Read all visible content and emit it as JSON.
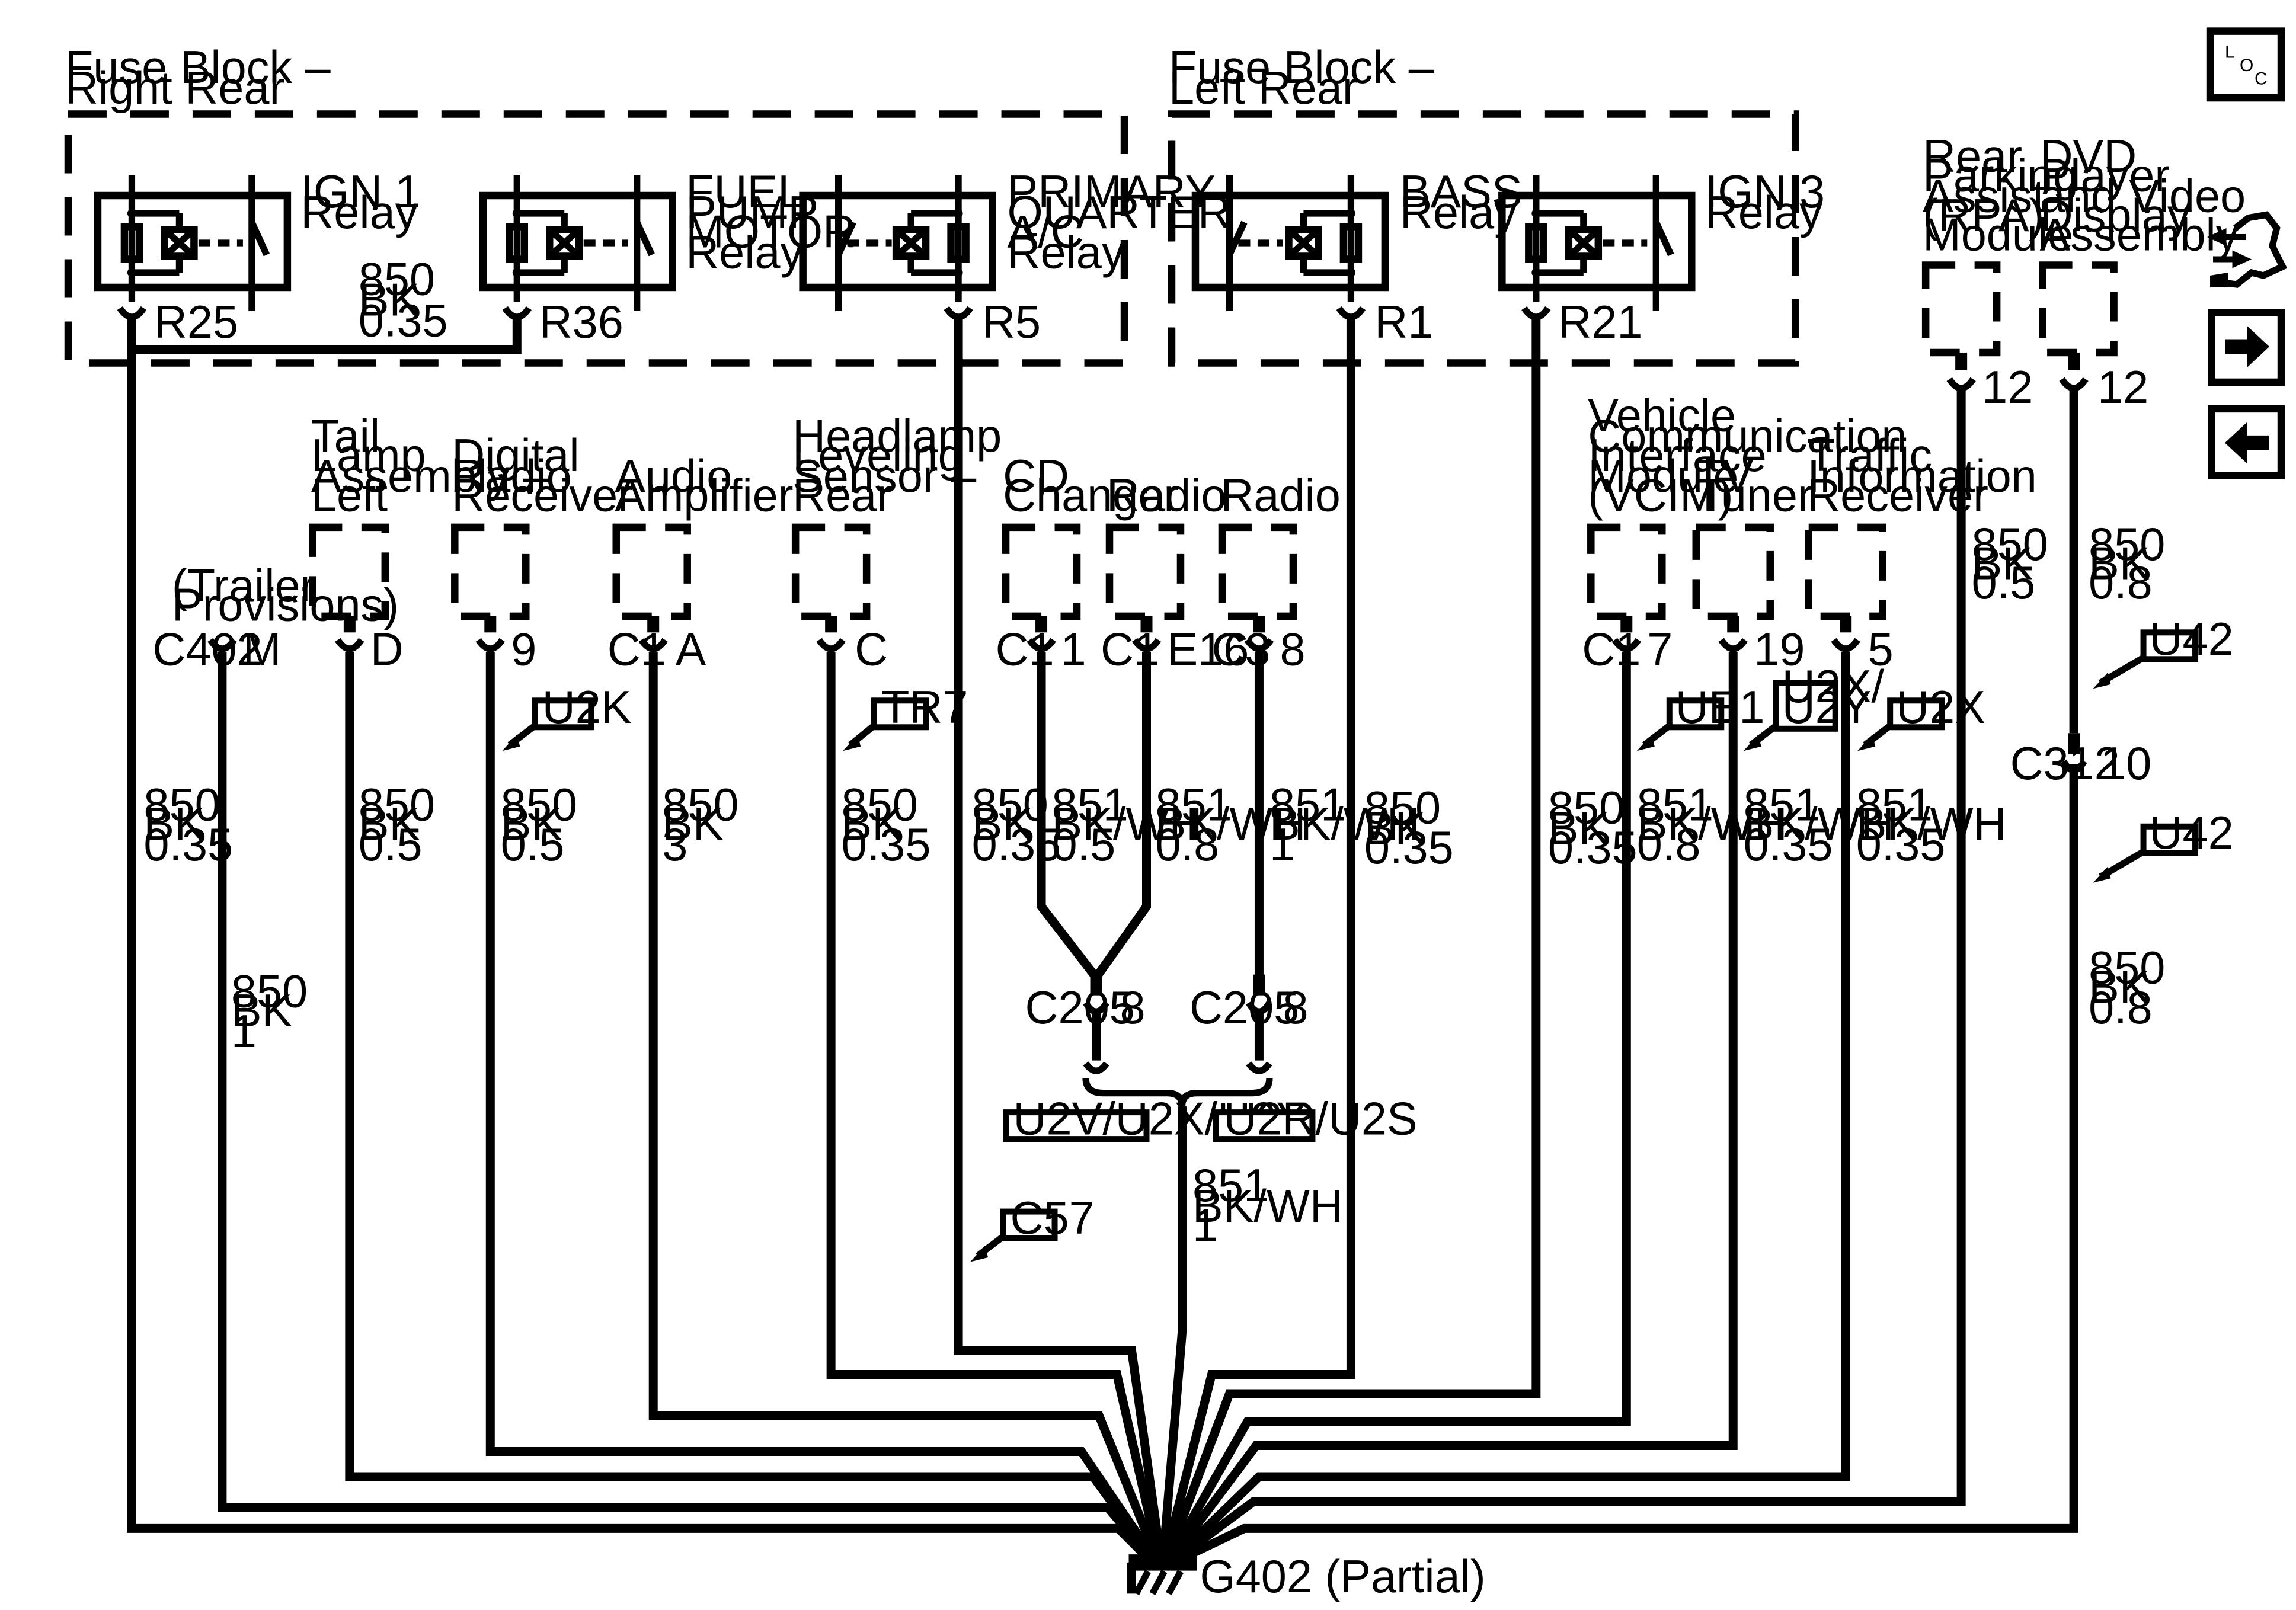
{
  "fuse_blocks": [
    {
      "title": [
        "Fuse Block –",
        "Right Rear"
      ]
    },
    {
      "title": [
        "Fuse Block –",
        "Left Rear"
      ]
    }
  ],
  "relays": [
    {
      "name": [
        "IGN 1",
        "Relay"
      ],
      "cavity": "R25"
    },
    {
      "name": [
        "FUEL",
        "PUMP",
        "MOTOR",
        "Relay"
      ],
      "cavity": "R36"
    },
    {
      "name": [
        "PRIMARY",
        "QUARTER",
        "A/C",
        "Relay"
      ],
      "cavity": "R5"
    },
    {
      "name": [
        "BASS",
        "Relay"
      ],
      "cavity": "R1"
    },
    {
      "name": [
        "IGN 3",
        "Relay"
      ],
      "cavity": "R21"
    }
  ],
  "jumper_wire": {
    "circuit": "850",
    "color": "BK",
    "gauge": "0.35"
  },
  "top_modules": [
    {
      "name": [
        "Rear",
        "Parking",
        "Assist",
        "(RPA)",
        "Module"
      ],
      "pin": "12",
      "wire": {
        "circuit": "850",
        "color": "BK",
        "gauge": "0.5"
      }
    },
    {
      "name": [
        "DVD",
        "Player",
        "and Video",
        "Display",
        "Assembly"
      ],
      "pin": "12",
      "wire": {
        "circuit": "850",
        "color": "BK",
        "gauge": "0.8"
      }
    }
  ],
  "trailer": {
    "name": [
      "(Trailer",
      "Provisions)"
    ],
    "connector": "C402",
    "pin": "M",
    "wire_upper": {
      "circuit": "850",
      "color": "BK",
      "gauge": "0.35"
    },
    "wire_lower": {
      "circuit": "850",
      "color": "BK",
      "gauge": "1"
    }
  },
  "modules": [
    {
      "name": [
        "Tail",
        "Lamp",
        "Assembly –",
        "Left"
      ],
      "connector": "",
      "pin": "D",
      "wire": {
        "circuit": "850",
        "color": "BK",
        "gauge": "0.5"
      }
    },
    {
      "name": [
        "Digital",
        "Radio",
        "Receiver"
      ],
      "connector": "",
      "pin": "9",
      "option": "U2K",
      "wire": {
        "circuit": "850",
        "color": "BK",
        "gauge": "0.5"
      }
    },
    {
      "name": [
        "Audio",
        "Amplifier"
      ],
      "connector": "C1",
      "pin": "A",
      "wire": {
        "circuit": "850",
        "color": "BK",
        "gauge": "3"
      }
    },
    {
      "name": [
        "Headlamp",
        "Leveling",
        "Sensor –",
        "Rear"
      ],
      "connector": "",
      "pin": "C",
      "option": "TR7",
      "wire": {
        "circuit": "850",
        "color": "BK",
        "gauge": "0.35"
      }
    },
    {
      "name": [
        "CD",
        "Changer"
      ],
      "connector": "C1",
      "pin": "1",
      "wire": {
        "circuit": "851",
        "color": "BK/WH",
        "gauge": "0.5"
      }
    },
    {
      "name": [
        "Radio"
      ],
      "connector": "C1",
      "pin": "E16",
      "wire": {
        "circuit": "851",
        "color": "BK/WH",
        "gauge": "0.8"
      }
    },
    {
      "name": [
        "Radio"
      ],
      "connector": "C3",
      "pin": "8",
      "wire": {
        "circuit": "851",
        "color": "BK/WH",
        "gauge": "1"
      }
    },
    {
      "name": [
        "Vehicle",
        "Communication",
        "Interface",
        "Module",
        "(VCIM)"
      ],
      "connector": "C1",
      "pin": "7",
      "option": "UE1",
      "wire": {
        "circuit": "851",
        "color": "BK/WH",
        "gauge": "0.8"
      }
    },
    {
      "name": [
        "TV",
        "Tuner"
      ],
      "connector": "",
      "pin": "19",
      "option": "U2X/ U2Y",
      "wire": {
        "circuit": "851",
        "color": "BK/WH",
        "gauge": "0.35"
      }
    },
    {
      "name": [
        "Traffic",
        "Information",
        "Receiver"
      ],
      "connector": "",
      "pin": "5",
      "option": "U2X",
      "wire": {
        "circuit": "851",
        "color": "BK/WH",
        "gauge": "0.35"
      }
    }
  ],
  "relay_wires": [
    {
      "relay": "R5",
      "circuit": "850",
      "color": "BK",
      "gauge": "0.35"
    },
    {
      "relay": "R1",
      "circuit": "850",
      "color": "BK",
      "gauge": "0.35"
    },
    {
      "relay": "R21",
      "circuit": "850",
      "color": "BK",
      "gauge": "0.35"
    }
  ],
  "splices": [
    {
      "connector": "C205",
      "pin": "8"
    },
    {
      "connector": "C205",
      "pin": "8"
    }
  ],
  "option_tags": {
    "left": "U2V/U2X/U2Y",
    "right": "U2R/U2S",
    "c57": "C57"
  },
  "merged_wire": {
    "circuit": "851",
    "color": "BK/WH",
    "gauge": "1"
  },
  "inline_connector": {
    "connector": "C312",
    "pin": "10",
    "option": "U42",
    "wire_lower": {
      "circuit": "850",
      "color": "BK",
      "gauge": "0.8"
    }
  },
  "ground": {
    "label": "G402 (Partial)"
  },
  "nav": {
    "loc_letters": [
      "L",
      "O",
      "C"
    ],
    "icons": [
      "wiring-harness-icon",
      "next-page-arrow-icon",
      "previous-page-arrow-icon"
    ]
  }
}
